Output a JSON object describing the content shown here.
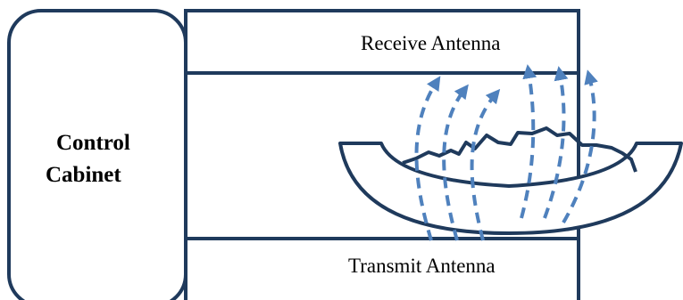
{
  "labels": {
    "control_cabinet_line1": "Control",
    "control_cabinet_line2": "Cabinet",
    "receive_antenna": "Receive Antenna",
    "transmit_antenna": "Transmit Antenna"
  },
  "colors": {
    "outline": "#1f3a5c",
    "field_lines": "#4f81bd",
    "text": "#000000"
  }
}
